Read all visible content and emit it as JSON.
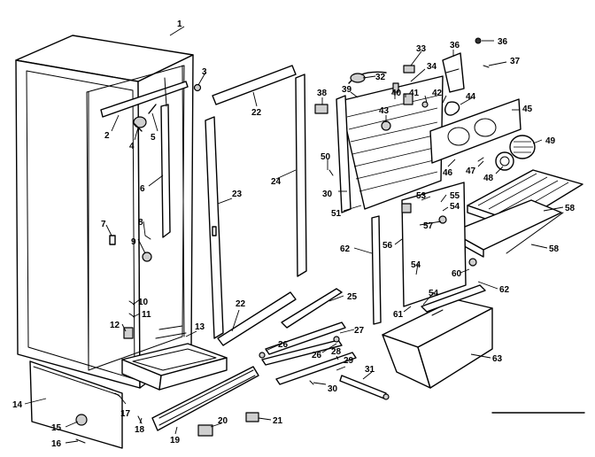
{
  "callouts": {
    "c1": "1",
    "c2": "2",
    "c3": "3",
    "c4": "4",
    "c5": "5",
    "c6": "6",
    "c7": "7",
    "c8": "8",
    "c9": "9",
    "c10": "10",
    "c11": "11",
    "c12": "12",
    "c13": "13",
    "c14": "14",
    "c15": "15",
    "c16": "16",
    "c17": "17",
    "c18": "18",
    "c19": "19",
    "c20": "20",
    "c21": "21",
    "c22a": "22",
    "c22b": "22",
    "c23": "23",
    "c24": "24",
    "c25": "25",
    "c26a": "26",
    "c26b": "26",
    "c27": "27",
    "c28": "28",
    "c29": "29",
    "c30a": "30",
    "c30b": "30",
    "c31": "31",
    "c32": "32",
    "c33": "33",
    "c34": "34",
    "c36a": "36",
    "c36b": "36",
    "c37": "37",
    "c38": "38",
    "c39": "39",
    "c40": "40",
    "c41": "41",
    "c42": "42",
    "c43": "43",
    "c44": "44",
    "c45": "45",
    "c46": "46",
    "c47": "47",
    "c48": "48",
    "c49": "49",
    "c50": "50",
    "c51": "51",
    "c53": "53",
    "c54a": "54",
    "c54b": "54",
    "c54c": "54",
    "c55": "55",
    "c56": "56",
    "c57": "57",
    "c58a": "58",
    "c58b": "58",
    "c60": "60",
    "c61": "61",
    "c62a": "62",
    "c62b": "62",
    "c63": "63"
  }
}
